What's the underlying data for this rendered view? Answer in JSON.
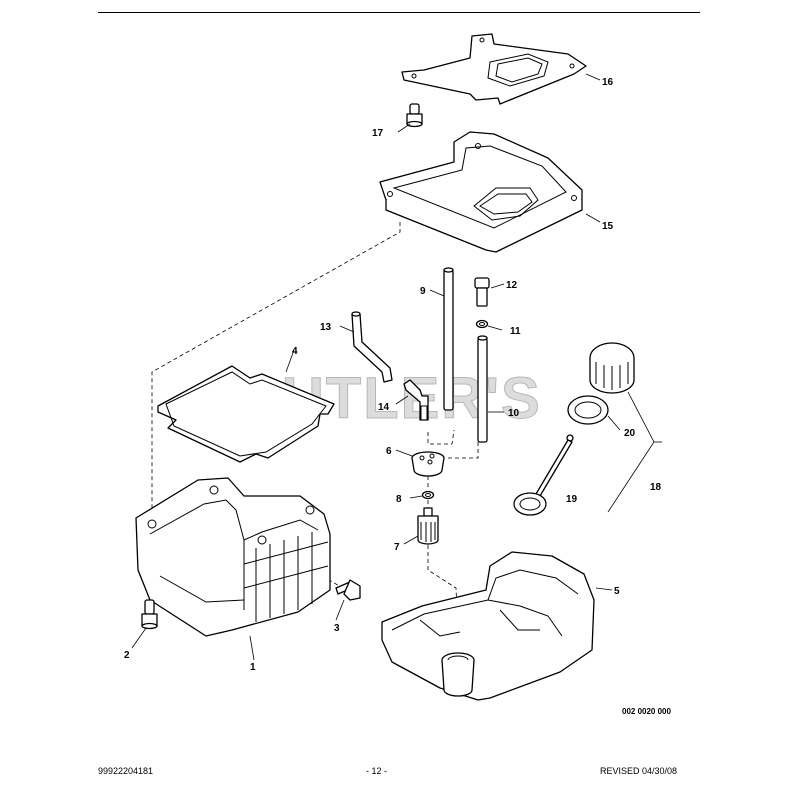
{
  "watermark": "CUTLER'S",
  "drawing_code": "002 0020 000",
  "callouts": {
    "c1": "1",
    "c2": "2",
    "c3": "3",
    "c4": "4",
    "c5": "5",
    "c6": "6",
    "c7": "7",
    "c8": "8",
    "c9": "9",
    "c10": "10",
    "c11": "11",
    "c12": "12",
    "c13": "13",
    "c14": "14",
    "c15": "15",
    "c16": "16",
    "c17": "17",
    "c18": "18",
    "c19": "19",
    "c20": "20"
  },
  "footer": {
    "part_number": "99922204181",
    "page": "- 12 -",
    "revised": "REVISED 04/30/08"
  }
}
